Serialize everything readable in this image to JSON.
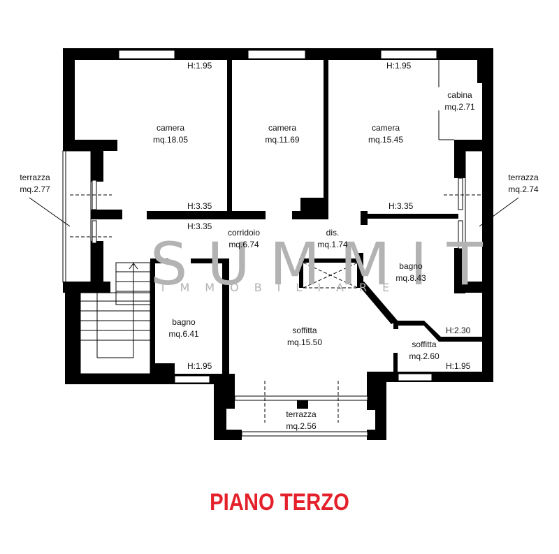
{
  "plan": {
    "title": "PIANO TERZO",
    "title_color": "#e4202a",
    "watermark": {
      "brand": "SUMMIT",
      "subtitle": "IMMOBILIARE",
      "color": "#b3b3b3"
    },
    "rooms": [
      {
        "id": "camera-1",
        "name": "camera",
        "area": "mq.18.05"
      },
      {
        "id": "camera-2",
        "name": "camera",
        "area": "mq.11.69"
      },
      {
        "id": "camera-3",
        "name": "camera",
        "area": "mq.15.45"
      },
      {
        "id": "cabina",
        "name": "cabina",
        "area": "mq.2.71"
      },
      {
        "id": "terrazza-left",
        "name": "terrazza",
        "area": "mq.2.77"
      },
      {
        "id": "terrazza-right",
        "name": "terrazza",
        "area": "mq.2.74"
      },
      {
        "id": "corridoio",
        "name": "corridoio",
        "area": "mq.6.74"
      },
      {
        "id": "dis",
        "name": "dis.",
        "area": "mq.1.74"
      },
      {
        "id": "bagno-right",
        "name": "bagno",
        "area": "mq.8.43"
      },
      {
        "id": "bagno-left",
        "name": "bagno",
        "area": "mq.6.41"
      },
      {
        "id": "soffitta-main",
        "name": "soffitta",
        "area": "mq.15.50"
      },
      {
        "id": "soffitta-small",
        "name": "soffitta",
        "area": "mq.2.60"
      },
      {
        "id": "terrazza-bottom",
        "name": "terrazza",
        "area": "mq.2.56"
      }
    ],
    "heights": [
      "H:1.95",
      "H:1.95",
      "H:3.35",
      "H:3.35",
      "H:3.35",
      "H:1.95",
      "H:2.30",
      "H:1.95"
    ]
  }
}
